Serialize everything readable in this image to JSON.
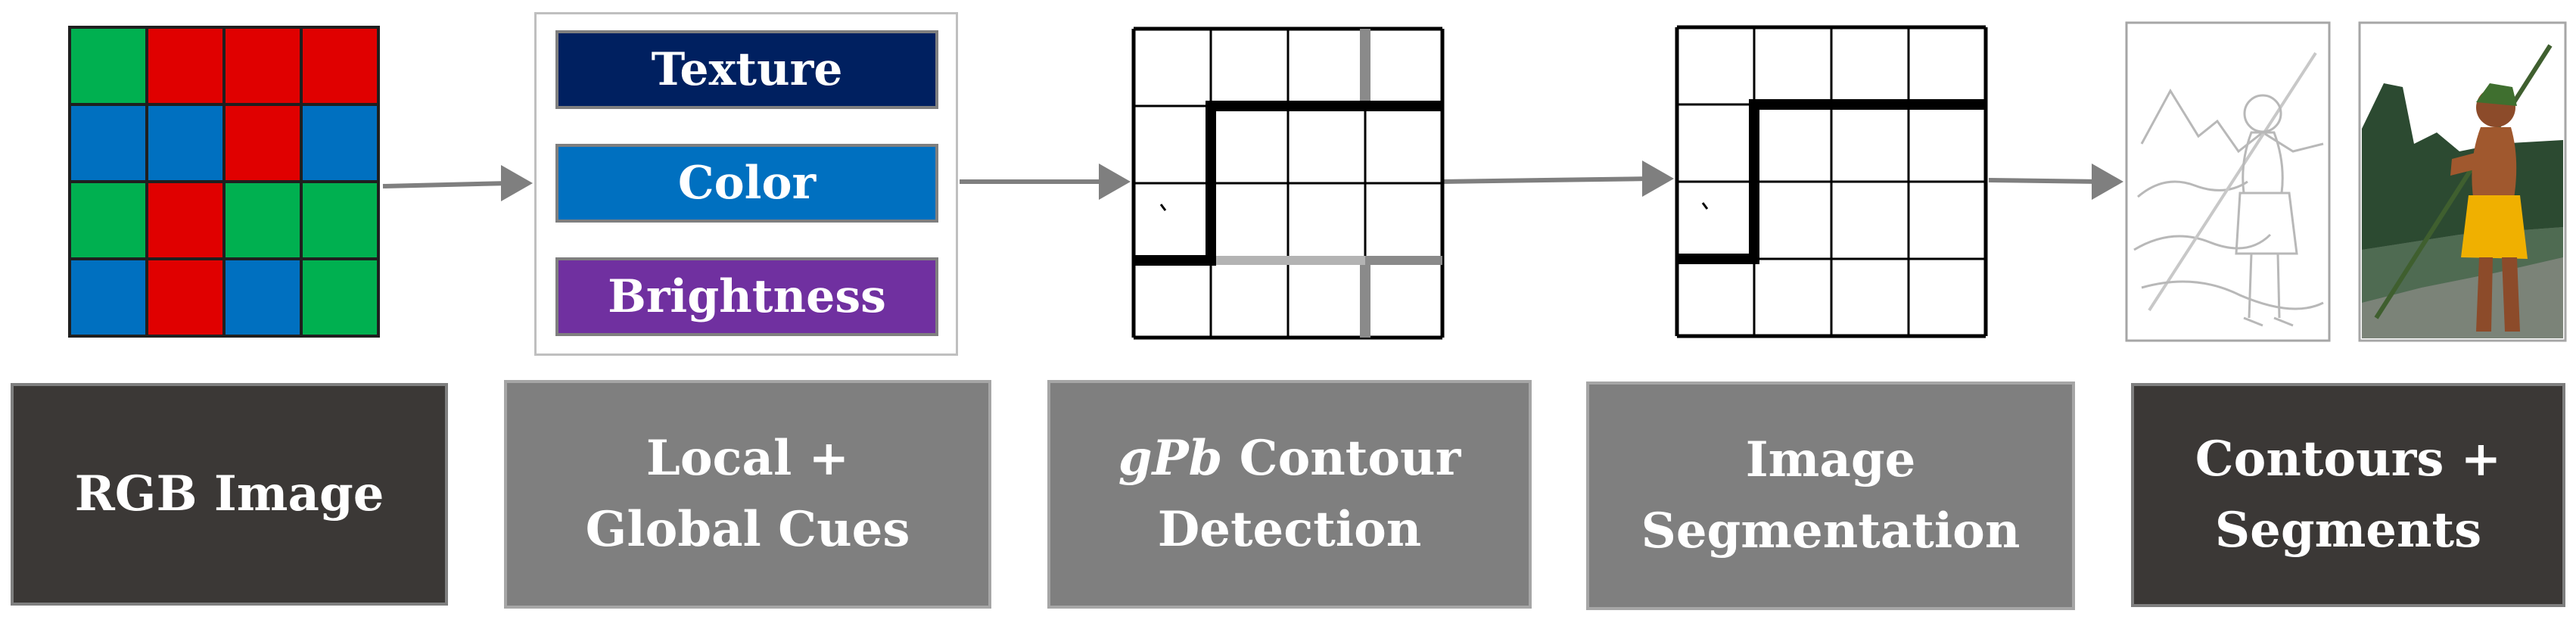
{
  "colors": {
    "red": "#e00000",
    "green": "#00b050",
    "blue": "#0070c0",
    "dark_box": "#3b3836",
    "gray_box": "#7f7f7f",
    "texture": "#002060",
    "color": "#0070c0",
    "brightness": "#7030a0",
    "arrow": "#7f7f7f"
  },
  "rgb_grid": [
    [
      "green",
      "red",
      "red",
      "red"
    ],
    [
      "blue",
      "blue",
      "red",
      "blue"
    ],
    [
      "green",
      "red",
      "green",
      "green"
    ],
    [
      "blue",
      "red",
      "blue",
      "green"
    ]
  ],
  "cues": [
    {
      "label": "Texture",
      "color_key": "texture"
    },
    {
      "label": "Color",
      "color_key": "color"
    },
    {
      "label": "Brightness",
      "color_key": "brightness"
    }
  ],
  "steps": [
    {
      "lines": [
        "RGB Image"
      ],
      "style": "dark"
    },
    {
      "lines": [
        "Local +",
        "Global Cues"
      ],
      "style": "gray"
    },
    {
      "lines": [
        "gPb Contour",
        "Detection"
      ],
      "style": "gray",
      "italic_prefix": "gPb"
    },
    {
      "lines": [
        "Image",
        "Segmentation"
      ],
      "style": "gray"
    },
    {
      "lines": [
        "Contours +",
        "Segments"
      ],
      "style": "dark"
    }
  ],
  "icons": {
    "contour_thumb": "contour-sketch-icon",
    "segment_thumb": "segmented-figure-icon"
  }
}
